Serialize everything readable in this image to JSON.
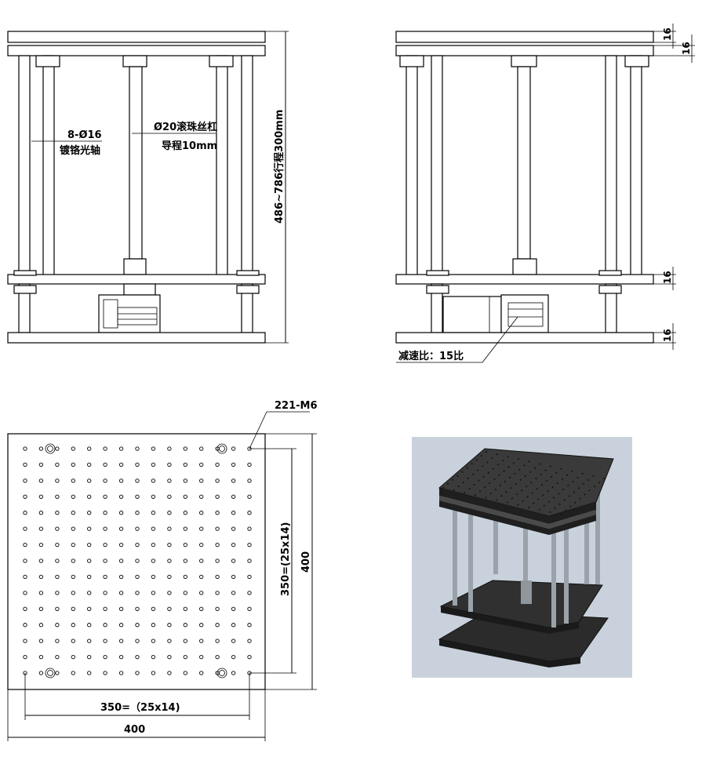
{
  "front_view": {
    "rod_label_line1": "8-Ø16",
    "rod_label_line2": "镀铬光轴",
    "screw_label_line1": "Ø20滚珠丝杠",
    "screw_label_line2": "导程10mm",
    "height_dim": "486~786行程300mm"
  },
  "side_view": {
    "plate_dims": [
      "16",
      "16",
      "16",
      "16"
    ],
    "reduction_label": "减速比：15比"
  },
  "plate_view": {
    "hole_label": "221-M6",
    "pitch_horizontal": "350=（25x14)",
    "pitch_vertical": "350=(25x14)",
    "width_dim": "400",
    "height_dim": "400",
    "grid_cols": 15,
    "grid_rows": 15
  },
  "render_3d": {
    "description_icon": "3d-assembly-render"
  }
}
